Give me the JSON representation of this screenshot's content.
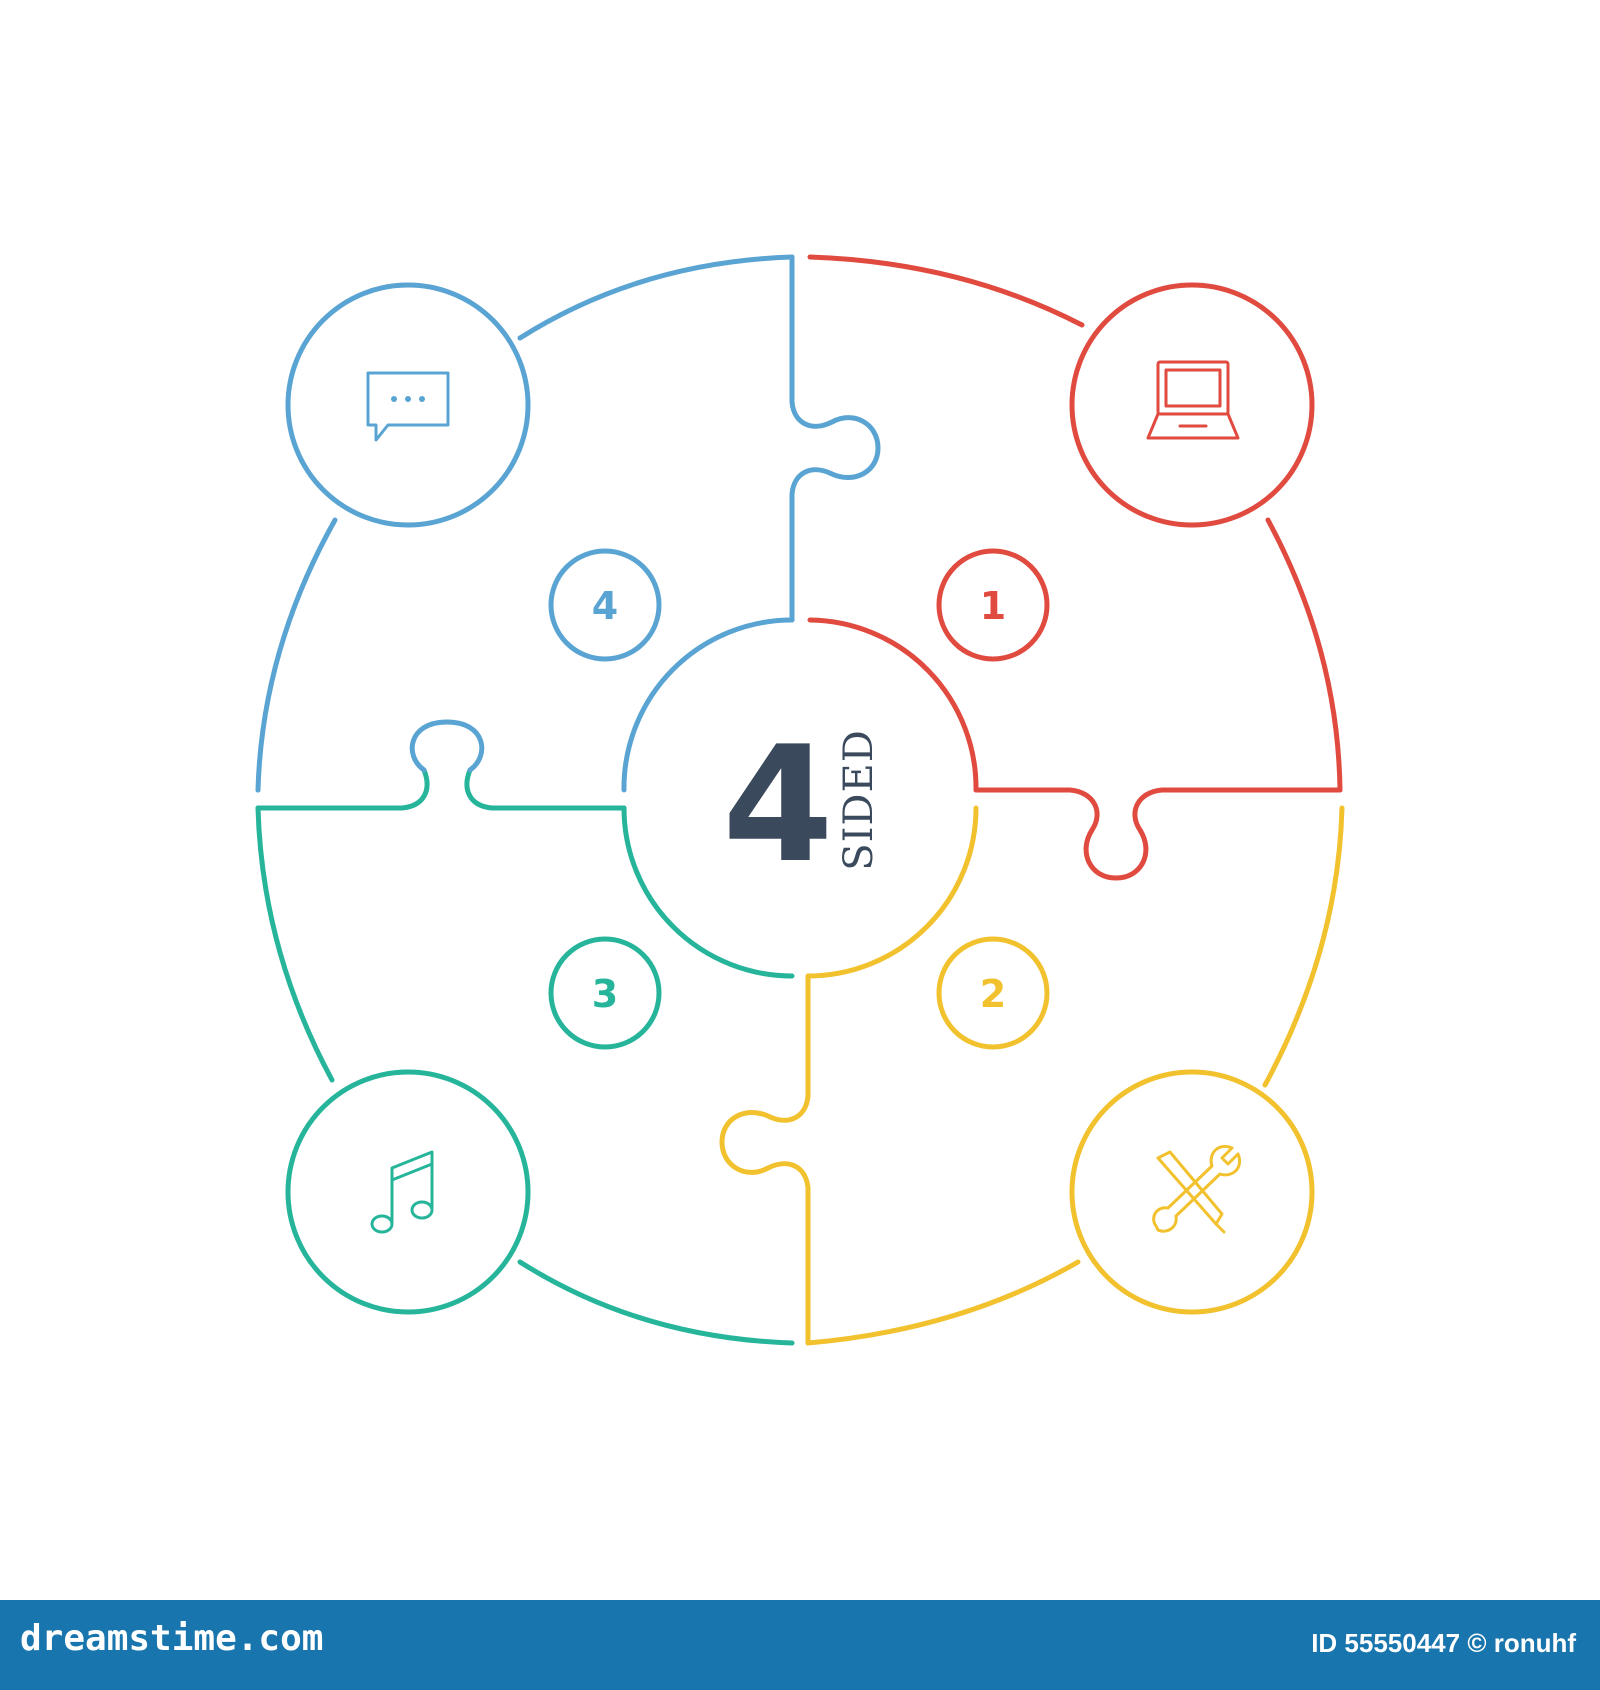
{
  "diagram": {
    "center_number": "4",
    "center_word": "SIDED",
    "segments": [
      {
        "number": "1",
        "icon": "laptop-icon",
        "color": "#e04a3f"
      },
      {
        "number": "2",
        "icon": "wrench-screwdriver-icon",
        "color": "#f2c12e"
      },
      {
        "number": "3",
        "icon": "music-note-icon",
        "color": "#26b59b"
      },
      {
        "number": "4",
        "icon": "chat-bubble-icon",
        "color": "#5aa4d3"
      }
    ],
    "center_text_color": "#3a4a5c"
  },
  "footer": {
    "brand": "dreamstime.com",
    "credit": "ID 55550447 © ronuhf",
    "background": "#1975ad"
  }
}
